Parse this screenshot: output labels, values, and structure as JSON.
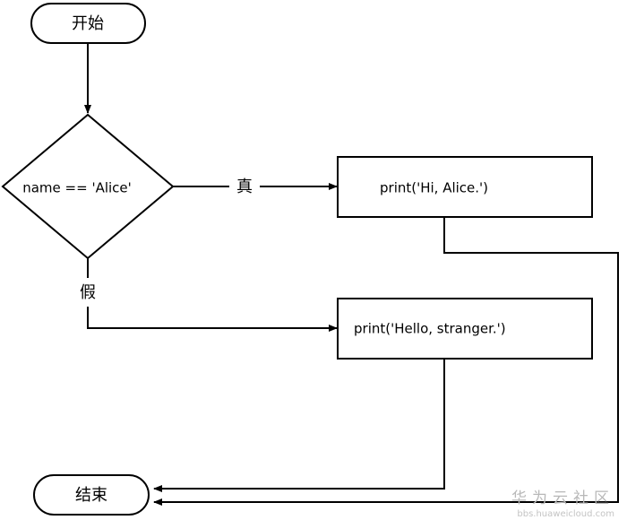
{
  "flowchart": {
    "start_label": "开始",
    "decision_condition": "name == 'Alice'",
    "true_branch_label": "真",
    "false_branch_label": "假",
    "true_action": "print('Hi, Alice.')",
    "false_action": "print('Hello, stranger.')",
    "end_label": "结束"
  },
  "watermark": {
    "brand": "华为云社区",
    "url": "bbs.huaweicloud.com"
  },
  "colors": {
    "stroke": "#000000",
    "watermark": "#b8b8b8"
  }
}
